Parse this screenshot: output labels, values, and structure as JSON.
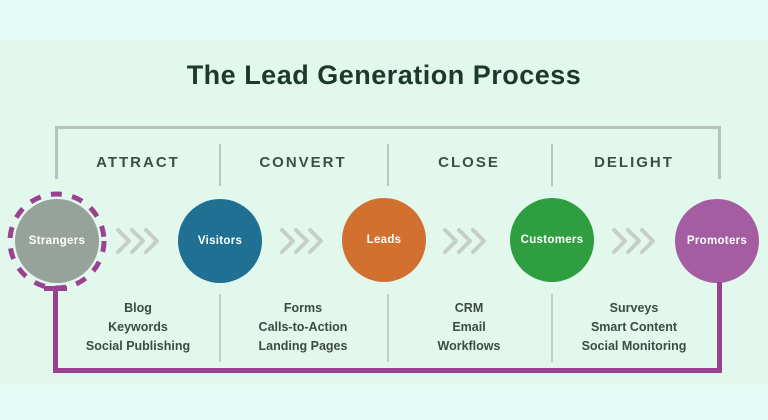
{
  "title": "The Lead Generation Process",
  "colors": {
    "background": "#e3f8ec",
    "band": "#e3fbf4",
    "title_text": "#1b3a2b",
    "stage_label_text": "#3c4f45",
    "bracket_line": "#b7c3ba",
    "chevron": "#c5cfc7",
    "list_text": "#3c4b43",
    "loop_line": "#9b4191",
    "circle_text": "#ffffff"
  },
  "stages": [
    {
      "label": "ATTRACT",
      "items": [
        "Blog",
        "Keywords",
        "Social Publishing"
      ]
    },
    {
      "label": "CONVERT",
      "items": [
        "Forms",
        "Calls-to-Action",
        "Landing Pages"
      ]
    },
    {
      "label": "CLOSE",
      "items": [
        "CRM",
        "Email",
        "Workflows"
      ]
    },
    {
      "label": "DELIGHT",
      "items": [
        "Surveys",
        "Smart Content",
        "Social Monitoring"
      ]
    }
  ],
  "circles": [
    {
      "label": "Strangers",
      "color": "#96a29a",
      "dashed_ring_color": "#9b4191"
    },
    {
      "label": "Visitors",
      "color": "#1f7093"
    },
    {
      "label": "Leads",
      "color": "#d2712f"
    },
    {
      "label": "Customers",
      "color": "#2f9e41"
    },
    {
      "label": "Promoters",
      "color": "#a55da1"
    }
  ]
}
